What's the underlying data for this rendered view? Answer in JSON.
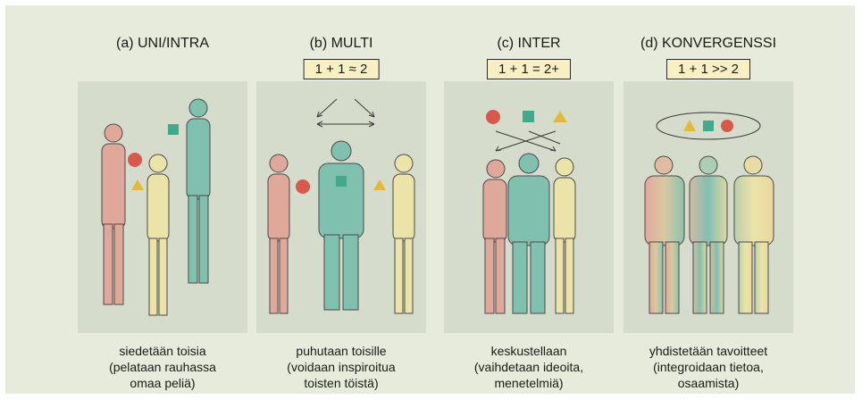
{
  "colors": {
    "background": "#e6ebdb",
    "scene": "#d5dccb",
    "formula_box": "#f8efc2",
    "red_person": "#e0a89a",
    "yellow_person": "#ece3a8",
    "green_person": "#7fc1ae",
    "red_shape": "#d9574b",
    "green_shape": "#3faa8c",
    "yellow_shape": "#e2b93a"
  },
  "panels": [
    {
      "title": "(a) UNI/INTRA",
      "formula": "",
      "caption": [
        "siedetään toisia",
        "(pelataan rauhassa",
        "omaa peliä)"
      ]
    },
    {
      "title": "(b) MULTI",
      "formula": "1 + 1 ≈ 2",
      "caption": [
        "puhutaan toisille",
        "(voidaan inspiroitua",
        "toisten töistä)"
      ]
    },
    {
      "title": "(c) INTER",
      "formula": "1 + 1 = 2+",
      "caption": [
        "keskustellaan",
        "(vaihdetaan ideoita,",
        "menetelmiä)"
      ]
    },
    {
      "title": "(d) KONVERGENSSI",
      "formula": "1 + 1 >> 2",
      "caption": [
        "yhdistetään tavoitteet",
        "(integroidaan tietoa,",
        "osaamista)"
      ]
    }
  ]
}
